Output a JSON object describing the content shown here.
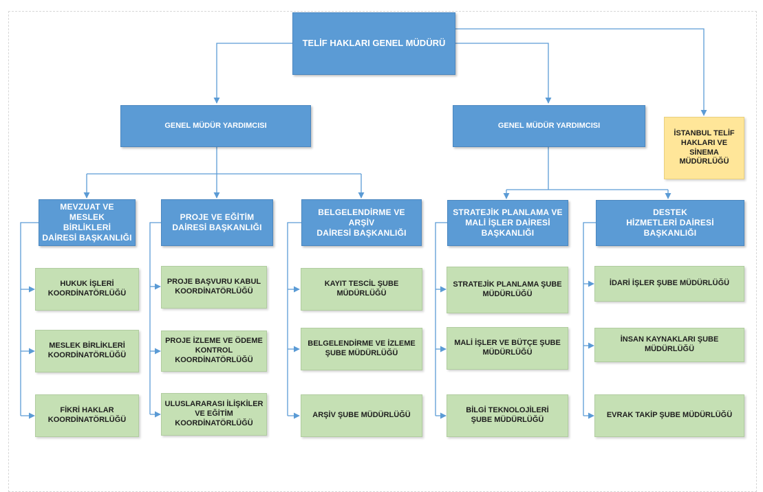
{
  "chart_data": {
    "type": "org-chart",
    "root": {
      "label": "TELİF  HAKLARI GENEL MÜDÜRÜ",
      "children": [
        {
          "label": "GENEL MÜDÜR YARDIMCISI",
          "children": [
            {
              "label": "MEVZUAT VE MESLEK\nBİRLİKLERİ\nDAİRESİ BAŞKANLIĞI",
              "children": [
                "HUKUK İŞLERİ\nKOORDİNATÖRLÜĞÜ",
                "MESLEK BİRLİKLERİ\nKOORDİNATÖRLÜĞÜ",
                "FİKRİ HAKLAR\nKOORDİNATÖRLÜĞÜ"
              ]
            },
            {
              "label": "PROJE VE EĞİTİM\nDAİRESİ BAŞKANLIĞI",
              "children": [
                "PROJE BAŞVURU KABUL\nKOORDİNATÖRLÜĞÜ",
                "PROJE İZLEME VE ÖDEME\nKONTROL\nKOORDİNATÖRLÜĞÜ",
                "ULUSLARARASI İLİŞKİLER\nVE EĞİTİM\nKOORDİNATÖRLÜĞÜ"
              ]
            },
            {
              "label": "BELGELENDİRME VE ARŞİV\nDAİRESİ BAŞKANLIĞI",
              "children": [
                "KAYIT TESCİL ŞUBE\nMÜDÜRLÜĞÜ",
                "BELGELENDİRME VE İZLEME\nŞUBE MÜDÜRLÜĞÜ",
                "ARŞİV ŞUBE MÜDÜRLÜĞÜ"
              ]
            }
          ]
        },
        {
          "label": "GENEL MÜDÜR YARDIMCISI",
          "children": [
            {
              "label": "STRATEJİK PLANLAMA VE\nMALİ İŞLER DAİRESİ\nBAŞKANLIĞI",
              "children": [
                "STRATEJİK PLANLAMA ŞUBE\nMÜDÜRLÜĞÜ",
                "MALİ İŞLER VE BÜTÇE  ŞUBE\nMÜDÜRLÜĞÜ",
                "BİLGİ TEKNOLOJİLERİ\nŞUBE MÜDÜRLÜĞÜ"
              ]
            },
            {
              "label": "DESTEK\nHİZMETLERİ DAİRESİ BAŞKANLIĞI",
              "children": [
                "İDARİ İŞLER ŞUBE MÜDÜRLÜĞÜ",
                "İNSAN KAYNAKLARI ŞUBE\nMÜDÜRLÜĞÜ",
                "EVRAK TAKİP ŞUBE MÜDÜRLÜĞÜ"
              ]
            }
          ]
        },
        {
          "label": "İSTANBUL TELİF\nHAKLARI VE\nSİNEMA\nMÜDÜRLÜĞÜ",
          "children": []
        }
      ]
    }
  },
  "colors": {
    "blue_box": "#5b9bd5",
    "green_box": "#c5e0b4",
    "yellow_box": "#ffe699",
    "connector": "#5b9bd5"
  }
}
